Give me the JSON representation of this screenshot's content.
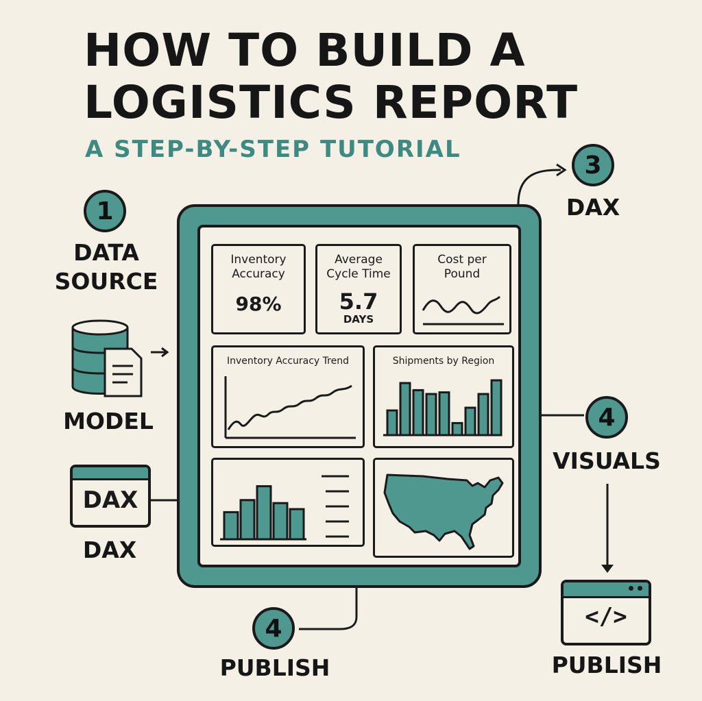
{
  "title": {
    "line1": "HOW TO BUILD A",
    "line2": "LOGISTICS REPORT"
  },
  "subtitle": "A STEP-BY-STEP TUTORIAL",
  "steps": {
    "data_source": {
      "number": "1",
      "line1": "DATA",
      "line2": "SOURCE"
    },
    "model": {
      "label": "MODEL"
    },
    "dax_left": {
      "icon_text": "DAX",
      "label": "DAX"
    },
    "dax_top": {
      "number": "3",
      "label": "DAX"
    },
    "visuals": {
      "number": "4",
      "label": "VISUALS"
    },
    "publish_bottom": {
      "number": "4",
      "label": "PUBLISH"
    },
    "publish_right": {
      "icon_text": "</>",
      "label": "PUBLISH"
    }
  },
  "dashboard": {
    "kpis": [
      {
        "title_line1": "Inventory",
        "title_line2": "Accuracy",
        "value": "98%",
        "unit": ""
      },
      {
        "title_line1": "Average",
        "title_line2": "Cycle Time",
        "value": "5.7",
        "unit": "DAYS"
      },
      {
        "title_line1": "Cost per",
        "title_line2": "Pound",
        "value": "",
        "unit": ""
      }
    ],
    "charts": {
      "trend_title": "Inventory Accuracy Trend",
      "region_title": "Shipments by Region",
      "region_bars": [
        0.45,
        0.95,
        0.82,
        0.75,
        0.78,
        0.22,
        0.5,
        0.75,
        1.0
      ],
      "bottom_bars": [
        0.45,
        0.65,
        0.88,
        0.6,
        0.5
      ]
    }
  },
  "colors": {
    "accent": "#4e9890",
    "background": "#f5f0e6",
    "ink": "#1a1a1a",
    "subtitle": "#3d8a82"
  }
}
